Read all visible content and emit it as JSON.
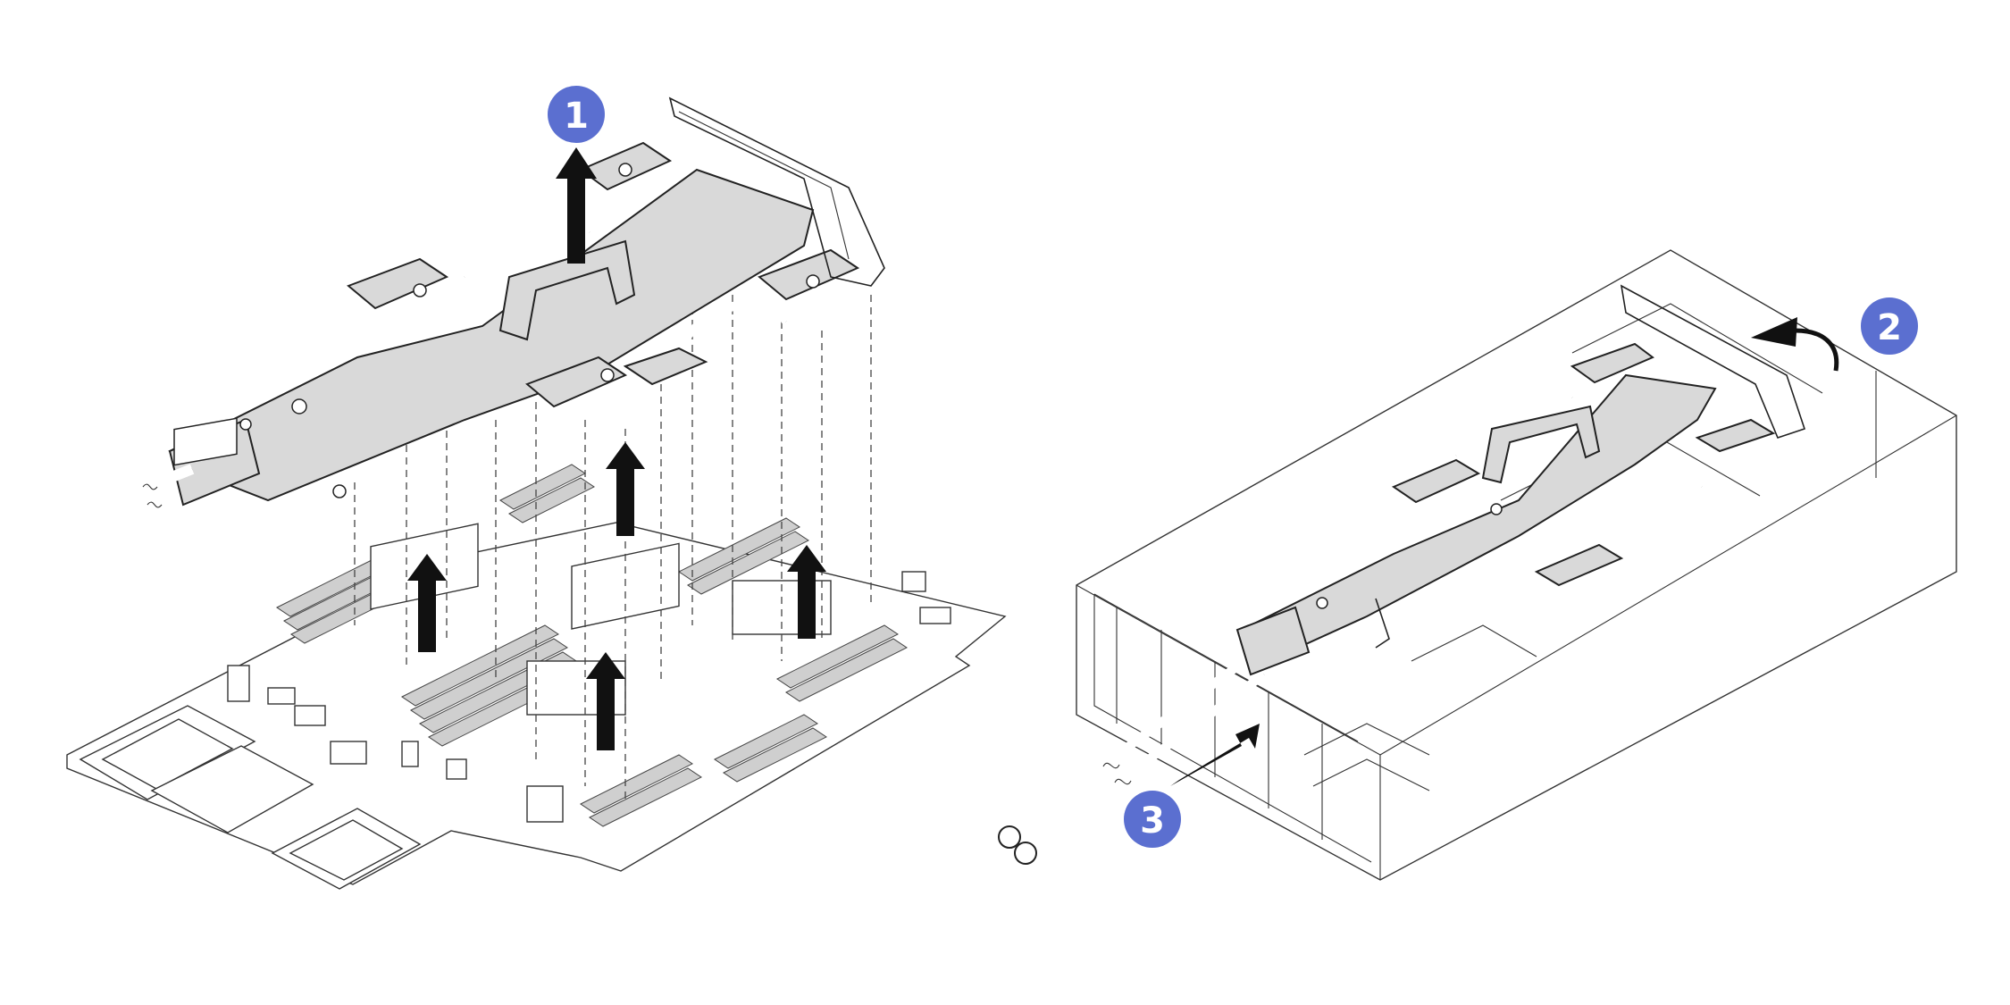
{
  "callouts": [
    {
      "id": "step1",
      "label": "1",
      "color": "#5b6fd0"
    },
    {
      "id": "step2",
      "label": "2",
      "color": "#5b6fd0"
    },
    {
      "id": "step3",
      "label": "3",
      "color": "#5b6fd0"
    }
  ],
  "colors": {
    "line": "#222222",
    "plate_fill": "#d9d9d9",
    "arrow": "#111111",
    "callout": "#5b6fd0"
  }
}
